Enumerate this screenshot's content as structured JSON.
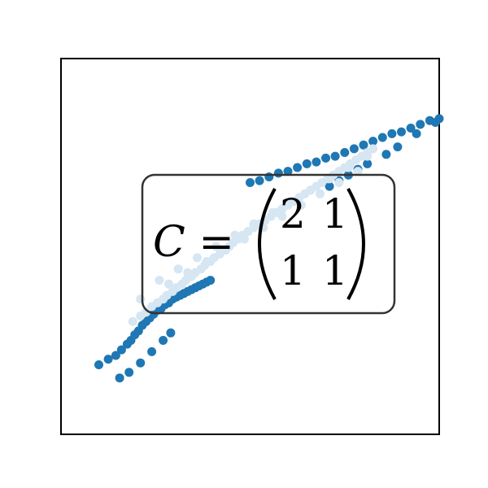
{
  "chart_data": {
    "type": "scatter",
    "title": "",
    "xlabel": "",
    "ylabel": "",
    "grid": false,
    "xlim": [
      -1.0,
      1.0
    ],
    "ylim": [
      -1.0,
      1.0
    ],
    "series": [
      {
        "color": "#1f77b4",
        "x": [
          -0.8,
          -0.75,
          -0.71,
          -0.68,
          -0.65,
          -0.63,
          -0.61,
          -0.59,
          -0.57,
          -0.55,
          -0.53,
          -0.51,
          -0.49,
          -0.47,
          -0.45,
          -0.43,
          -0.41,
          -0.39,
          -0.37,
          -0.35,
          -0.33,
          -0.31,
          -0.29,
          -0.27,
          -0.25,
          -0.23,
          -0.21,
          -0.69,
          -0.64,
          -0.58,
          -0.52,
          -0.46,
          -0.42,
          0.0,
          0.05,
          0.1,
          0.15,
          0.2,
          0.25,
          0.3,
          0.35,
          0.4,
          0.45,
          0.5,
          0.55,
          0.6,
          0.65,
          0.7,
          0.75,
          0.8,
          0.85,
          0.9,
          0.95,
          1.0,
          0.42,
          0.47,
          0.52,
          0.57,
          0.62,
          0.72,
          0.78,
          0.88,
          0.98
        ],
        "y": [
          -0.63,
          -0.6,
          -0.58,
          -0.55,
          -0.52,
          -0.5,
          -0.47,
          -0.45,
          -0.42,
          -0.4,
          -0.38,
          -0.36,
          -0.34,
          -0.33,
          -0.31,
          -0.3,
          -0.28,
          -0.27,
          -0.26,
          -0.25,
          -0.24,
          -0.23,
          -0.22,
          -0.21,
          -0.2,
          -0.19,
          -0.18,
          -0.7,
          -0.67,
          -0.62,
          -0.56,
          -0.5,
          -0.46,
          0.34,
          0.35,
          0.37,
          0.39,
          0.4,
          0.42,
          0.44,
          0.45,
          0.47,
          0.48,
          0.5,
          0.52,
          0.54,
          0.56,
          0.58,
          0.6,
          0.61,
          0.63,
          0.65,
          0.67,
          0.68,
          0.32,
          0.35,
          0.38,
          0.41,
          0.44,
          0.49,
          0.53,
          0.6,
          0.66
        ]
      },
      {
        "color": "#d6e6f2",
        "x": [
          -0.62,
          -0.58,
          -0.55,
          -0.52,
          -0.49,
          -0.46,
          -0.44,
          -0.41,
          -0.39,
          -0.36,
          -0.34,
          -0.31,
          -0.29,
          -0.26,
          -0.24,
          -0.21,
          -0.19,
          -0.16,
          -0.14,
          -0.11,
          -0.09,
          -0.06,
          -0.04,
          -0.01,
          0.02,
          0.05,
          0.08,
          0.11,
          0.14,
          0.17,
          0.2,
          0.23,
          0.26,
          0.29,
          0.32,
          0.35,
          0.38,
          0.41,
          0.44,
          0.47,
          0.5,
          0.53,
          0.56,
          0.59,
          0.62,
          0.65,
          -0.48,
          -0.38,
          -0.28,
          -0.18,
          -0.08,
          0.02,
          0.12,
          0.22,
          0.32,
          0.42,
          0.52,
          0.62,
          -0.58,
          -0.43,
          -0.33,
          -0.23,
          -0.13,
          -0.03,
          0.07,
          0.17,
          0.27,
          0.37,
          0.47,
          0.57
        ],
        "y": [
          -0.4,
          -0.37,
          -0.35,
          -0.32,
          -0.3,
          -0.28,
          -0.26,
          -0.24,
          -0.22,
          -0.2,
          -0.18,
          -0.16,
          -0.14,
          -0.12,
          -0.1,
          -0.08,
          -0.06,
          -0.04,
          -0.02,
          0.0,
          0.02,
          0.04,
          0.06,
          0.08,
          0.1,
          0.12,
          0.14,
          0.16,
          0.18,
          0.2,
          0.22,
          0.24,
          0.26,
          0.28,
          0.3,
          0.32,
          0.34,
          0.36,
          0.38,
          0.4,
          0.42,
          0.44,
          0.46,
          0.48,
          0.5,
          0.52,
          -0.18,
          -0.12,
          -0.06,
          0.0,
          0.06,
          0.12,
          0.18,
          0.24,
          0.3,
          0.36,
          0.42,
          0.48,
          -0.28,
          -0.2,
          -0.14,
          -0.08,
          -0.02,
          0.04,
          0.1,
          0.16,
          0.22,
          0.28,
          0.34,
          0.4
        ]
      }
    ],
    "annotation": {
      "lhs": "C =",
      "matrix": [
        [
          "2",
          "1"
        ],
        [
          "1",
          "1"
        ]
      ]
    }
  },
  "colors": {
    "frame": "#000000",
    "annotation_border": "#333333",
    "annotation_bg": "#ffffff"
  }
}
